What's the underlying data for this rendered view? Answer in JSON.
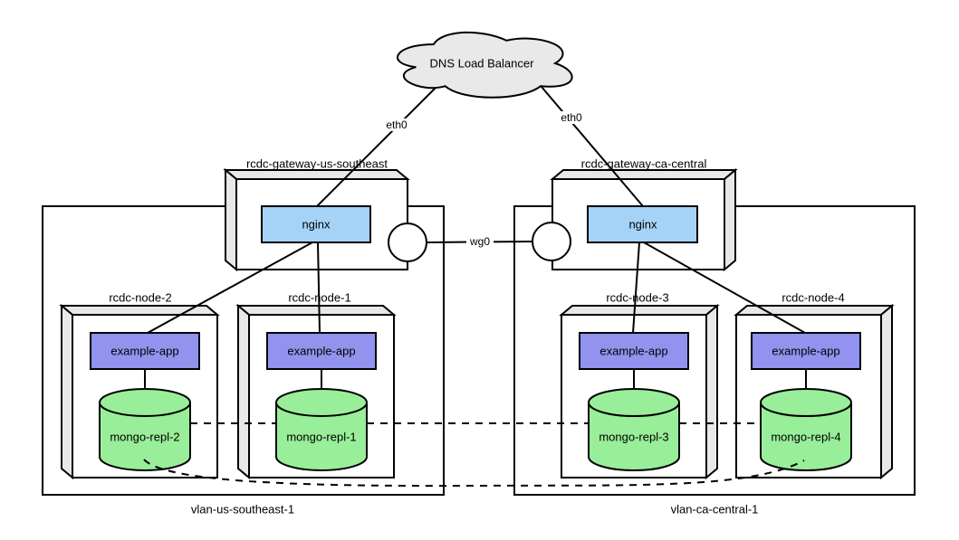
{
  "diagram": {
    "cloud_label": "DNS Load Balancer",
    "labels": {
      "eth0_left": "eth0",
      "eth0_right": "eth0",
      "wg0": "wg0"
    },
    "vlans": [
      {
        "name": "vlan-us-southeast-1"
      },
      {
        "name": "vlan-ca-central-1"
      }
    ],
    "gateways": [
      {
        "name": "rcdc-gateway-us-southeast",
        "service": "nginx"
      },
      {
        "name": "rcdc-gateway-ca-central",
        "service": "nginx"
      }
    ],
    "nodes": [
      {
        "name": "rcdc-node-2",
        "app": "example-app",
        "db": "mongo-repl-2"
      },
      {
        "name": "rcdc-node-1",
        "app": "example-app",
        "db": "mongo-repl-1"
      },
      {
        "name": "rcdc-node-3",
        "app": "example-app",
        "db": "mongo-repl-3"
      },
      {
        "name": "rcdc-node-4",
        "app": "example-app",
        "db": "mongo-repl-4"
      }
    ],
    "colors": {
      "service_fill": "#a5d3f7",
      "app_fill": "#9193ee",
      "db_fill": "#99ee99",
      "bevel_fill": "#e8e8e8",
      "cloud_fill": "#e9e9e9",
      "line": "#000000"
    }
  }
}
